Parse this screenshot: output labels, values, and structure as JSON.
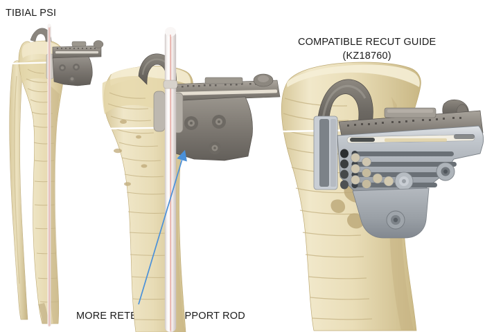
{
  "figure": {
    "background_color": "#ffffff",
    "bone_color": "#e9ddb8",
    "bone_shadow_color": "#c9b98c",
    "guide_dark_color": "#7c7873",
    "guide_light_color": "#b9bec4",
    "rod_color": "#efe9e9",
    "rod_core_color": "#e9a9a2",
    "leader_color": "#4a90d9",
    "reference_line_color": "#ffffff"
  },
  "titles": {
    "left": "TIBIAL PSI",
    "right_line1": "COMPATIBLE RECUT GUIDE",
    "right_line2": "(KZ18760)"
  },
  "captions": {
    "support_rod": "MORE RETENTIVE SUPPORT ROD"
  },
  "panels": [
    {
      "id": "panel-left",
      "name": "full-tibia-overview",
      "description": "Full length tibia and fibula with thin alignment rod and tibial PSI cutting guide at the proximal end",
      "parts": [
        "tibia",
        "fibula",
        "alignment-rod",
        "psi-cutting-guide",
        "reference-line"
      ]
    },
    {
      "id": "panel-mid",
      "name": "support-rod-closeup",
      "description": "Proximal tibia close-up showing the more retentive support rod with clamp collar, hook arm and cutting guide",
      "parts": [
        "tibia-proximal",
        "support-rod",
        "rod-clamp-collar",
        "hook-arm",
        "psi-cutting-guide",
        "reference-line"
      ]
    },
    {
      "id": "panel-right",
      "name": "recut-guide-closeup",
      "description": "Proximal tibia with the compatible recut guide seated on the resected surface",
      "parts": [
        "tibia-proximal",
        "recut-guide",
        "saw-capture-slot",
        "resection-slots",
        "pin-hole-array",
        "hook-arm",
        "reference-line"
      ]
    }
  ],
  "recut_guide": {
    "catalog_number": "KZ18760",
    "resection_slot_count": 4,
    "pin_hole_rows": 4,
    "bolt_hole_count": 2
  }
}
